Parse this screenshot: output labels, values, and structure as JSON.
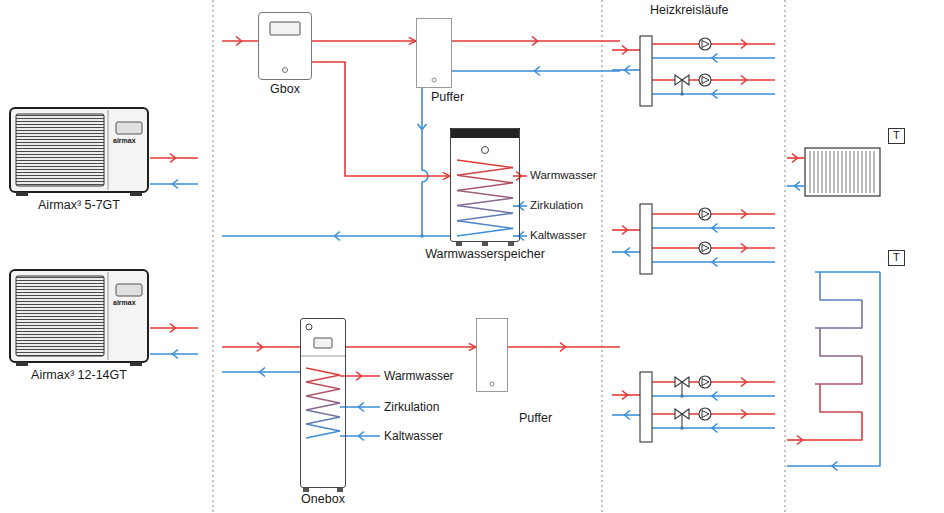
{
  "diagram": {
    "nodes": [
      {
        "text": [
          "Airmax³ 5-7GT"
        ]
      },
      {
        "text": [
          "Gbox"
        ]
      },
      {
        "text": [
          "Puffer"
        ]
      },
      {
        "text": [
          "Warmwasserspeicher"
        ]
      },
      {
        "text": [
          "T"
        ]
      },
      {
        "text": [
          "Airmax³ 12-14GT"
        ]
      },
      {
        "text": [
          "Onebox"
        ]
      },
      {
        "text": [
          "Puffer"
        ]
      },
      {
        "text": [
          "T"
        ]
      }
    ],
    "edges": [
      {
        "from": 1,
        "to": 2,
        "arrow": "to"
      },
      {
        "from": 1,
        "to": 3,
        "arrow": "to"
      },
      {
        "from": 6,
        "to": 7,
        "arrow": "to"
      }
    ],
    "labels": [
      "Heizkreisläufe",
      "airmax",
      "airmax",
      "Warmwasser",
      "Zirkulation",
      "Kaltwasser",
      "Warmwasser",
      "Zirkulation",
      "Kaltwasser"
    ]
  }
}
